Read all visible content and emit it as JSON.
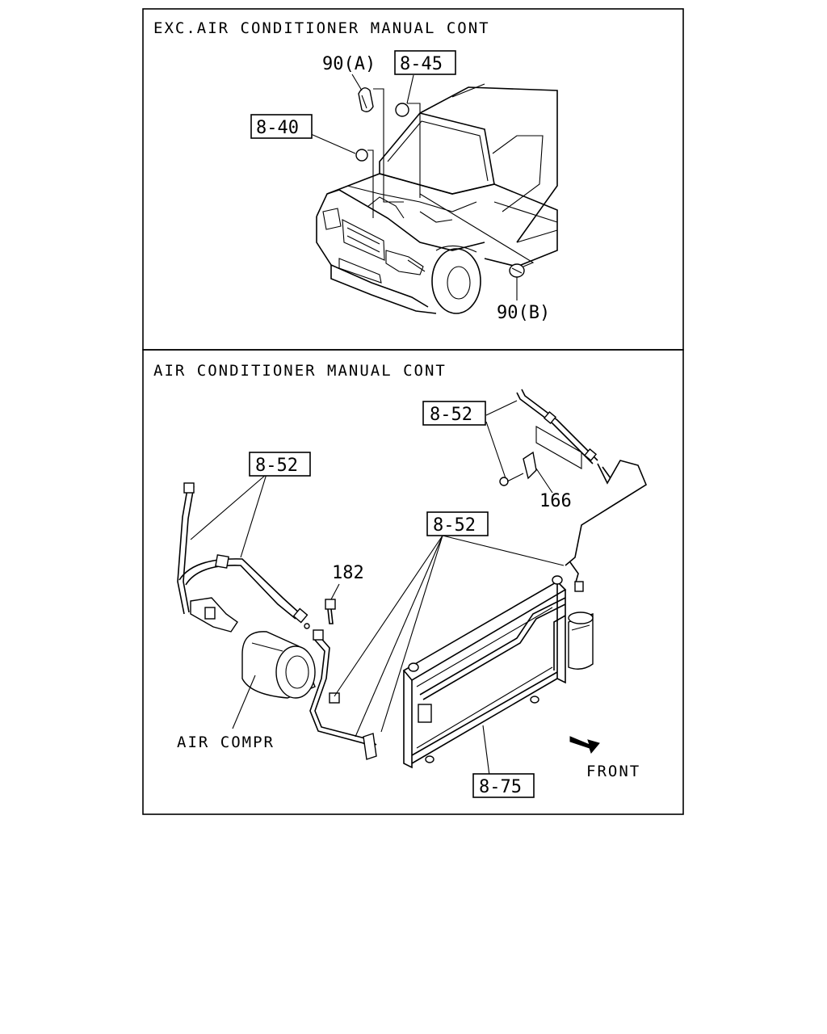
{
  "panels": {
    "top": {
      "header": "EXC.AIR CONDITIONER MANUAL CONT",
      "callouts": {
        "p90a": "90(A)",
        "p8_45": "8-45",
        "p8_40": "8-40",
        "p90b": "90(B)"
      }
    },
    "bottom": {
      "header": "AIR CONDITIONER MANUAL CONT",
      "callouts": {
        "p8_52_a": "8-52",
        "p8_52_b": "8-52",
        "p8_52_c": "8-52",
        "p166": "166",
        "p182": "182",
        "p8_75": "8-75",
        "air_compr": "AIR COMPR",
        "front": "FRONT"
      }
    }
  }
}
